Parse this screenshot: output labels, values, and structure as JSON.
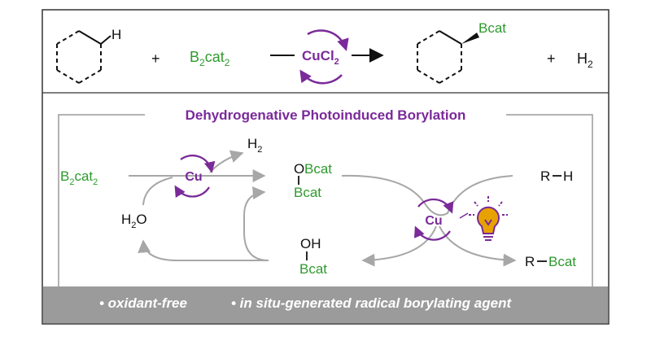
{
  "equation": {
    "reactant_h": "H",
    "plus_1": "+",
    "reagent": {
      "main": "B",
      "sub1": "2",
      "mid": "cat",
      "sub2": "2"
    },
    "catalyst": {
      "main": "CuCl",
      "sub": "2"
    },
    "product_label": "Bcat",
    "plus_2": "+",
    "byproduct": {
      "main": "H",
      "sub": "2"
    }
  },
  "panel": {
    "title": "Dehydrogenative Photoinduced Borylation",
    "b2cat2": {
      "main": "B",
      "sub1": "2",
      "mid": "cat",
      "sub2": "2"
    },
    "cu_left": "Cu",
    "cu_right": "Cu",
    "h2_top": {
      "main": "H",
      "sub": "2"
    },
    "obcat_o": "O",
    "obcat_b": "Bcat",
    "obcat_bottom": "Bcat",
    "water": {
      "main": "H",
      "sub": "2",
      "end": "O"
    },
    "oh_label": "OH",
    "oh_bcat": "Bcat",
    "rh_r": "R",
    "rh_h": "H",
    "rbcat_r": "R",
    "rbcat_b": "Bcat"
  },
  "footer": {
    "point1": "• oxidant-free",
    "point2": "• in situ-generated radical borylating agent"
  },
  "colors": {
    "green": "#2e9a2e",
    "purple": "#7a2a99",
    "gray_arrow": "#a7a7a7",
    "banner": "#9b9b9b",
    "bulb": "#e8a200"
  }
}
